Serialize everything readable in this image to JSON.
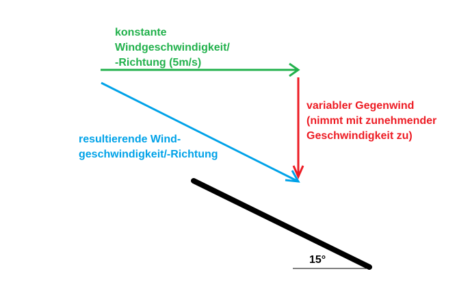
{
  "colors": {
    "green": "#22b14c",
    "red": "#ed1c24",
    "blue": "#00a2e8",
    "black": "#000000"
  },
  "green_arrow": {
    "lines": [
      "konstante",
      "Windgeschwindigkeit/",
      "-Richtung (5m/s)"
    ]
  },
  "red_arrow": {
    "lines": [
      "variabler Gegenwind",
      "(nimmt mit zunehmender",
      "Geschwindigkeit zu)"
    ]
  },
  "blue_arrow": {
    "lines": [
      "resultierende Wind-",
      "geschwindigkeit/-Richtung"
    ]
  },
  "slope": {
    "angle_label": "15°"
  }
}
